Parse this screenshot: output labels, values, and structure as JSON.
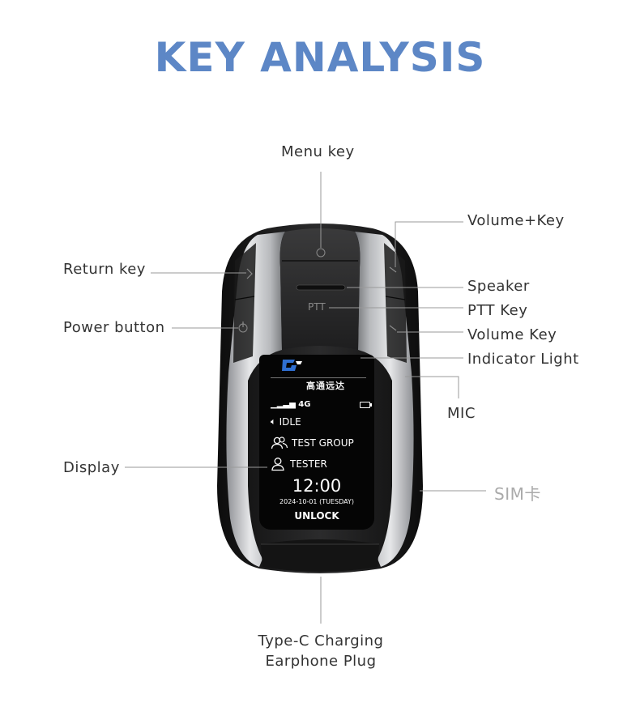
{
  "title": "KEY ANALYSIS",
  "callouts": {
    "menu_key": "Menu key",
    "volume_plus_key": "Volume+Key",
    "return_key": "Return key",
    "speaker": "Speaker",
    "ptt_key": "PTT Key",
    "power_button": "Power button",
    "volume_key": "Volume Key",
    "indicator_light": "Indicator Light",
    "mic": "MIC",
    "display": "Display",
    "sim": "SIM卡",
    "type_c_line1": "Type-C Charging",
    "type_c_line2": "Earphone Plug"
  },
  "device": {
    "ptt_label": "PTT",
    "brand_chinese": "高通远达",
    "screen": {
      "network": "4G",
      "state": "IDLE",
      "group": "TEST GROUP",
      "user": "TESTER",
      "time": "12:00",
      "date": "2024-10-01 (TUESDAY)",
      "lock_state": "UNLOCK"
    }
  },
  "colors": {
    "title": "#5d87c6",
    "leader_line": "#9a9a9a",
    "label_text": "#333333",
    "muted_label": "#aaaaaa",
    "body_black": "#1b1b1b",
    "silver": "#c9cacc"
  },
  "icons": [
    "return-arrow-icon",
    "power-icon",
    "menu-circle-icon",
    "signal-icon",
    "speaker-icon",
    "group-icon",
    "user-icon",
    "battery-icon"
  ]
}
